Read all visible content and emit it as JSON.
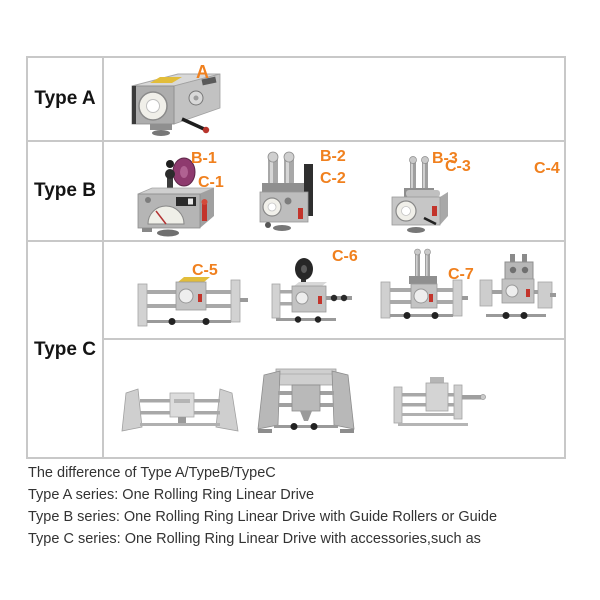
{
  "table": {
    "rows": [
      {
        "type_label": "Type A",
        "items": [
          {
            "label": "A"
          }
        ]
      },
      {
        "type_label": "Type B",
        "items": [
          {
            "label": "B-1"
          },
          {
            "label": "B-2"
          },
          {
            "label": "B-3"
          }
        ]
      },
      {
        "type_label": "Type C",
        "sub_rows": [
          {
            "items": [
              {
                "label": "C-1"
              },
              {
                "label": "C-2"
              },
              {
                "label": "C-3"
              },
              {
                "label": "C-4"
              }
            ]
          },
          {
            "items": [
              {
                "label": "C-5"
              },
              {
                "label": "C-6"
              },
              {
                "label": "C-7"
              }
            ]
          }
        ]
      }
    ]
  },
  "description": {
    "title": "The difference of Type A/TypeB/TypeC",
    "lines": [
      "Type A series: One Rolling Ring Linear Drive",
      "Type B series: One Rolling Ring Linear Drive with Guide Rollers or Guide",
      "Type C series: One Rolling Ring Linear Drive with accessories,such as"
    ]
  },
  "colors": {
    "label_orange": "#f0801e",
    "border_gray": "#c8c8c8",
    "text_dark": "#333333",
    "yellow_tag": "#e2bd3a",
    "red_accent": "#c3342b"
  }
}
